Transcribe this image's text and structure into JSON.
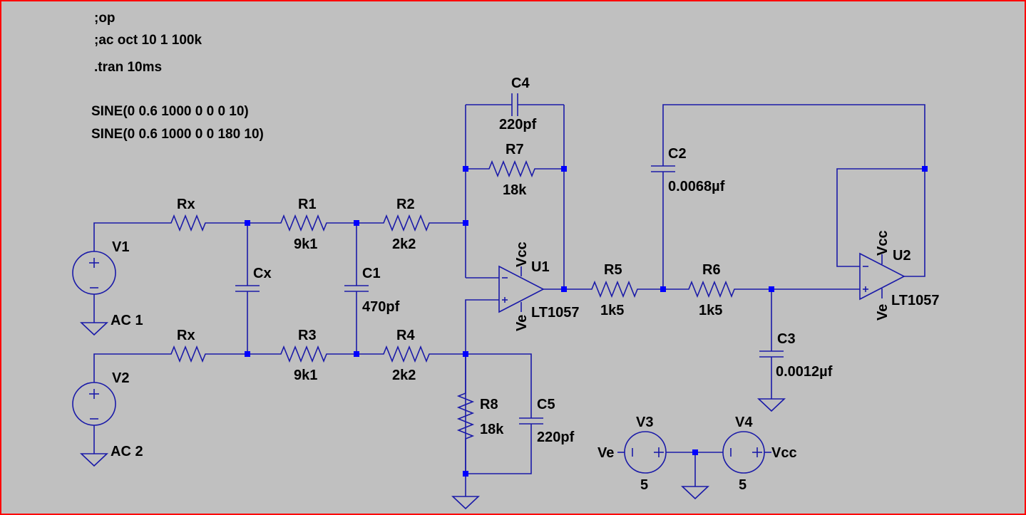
{
  "directives": {
    "op": ";op",
    "ac": ";ac oct 10 1 100k",
    "tran": ".tran 10ms",
    "sine1": "SINE(0 0.6 1000 0 0 0 10)",
    "sine2": "SINE(0 0.6 1000 0 0 180 10)"
  },
  "sources": {
    "v1": {
      "name": "V1",
      "value": "AC 1"
    },
    "v2": {
      "name": "V2",
      "value": "AC 2"
    },
    "v3": {
      "name": "V3",
      "value": "5"
    },
    "v4": {
      "name": "V4",
      "value": "5"
    }
  },
  "components": {
    "rx_top": {
      "name": "Rx"
    },
    "rx_bottom": {
      "name": "Rx"
    },
    "cx": {
      "name": "Cx"
    },
    "r1": {
      "name": "R1",
      "value": "9k1"
    },
    "r2": {
      "name": "R2",
      "value": "2k2"
    },
    "r3": {
      "name": "R3",
      "value": "9k1"
    },
    "r4": {
      "name": "R4",
      "value": "2k2"
    },
    "c1": {
      "name": "C1",
      "value": "470pf"
    },
    "c4": {
      "name": "C4",
      "value": "220pf"
    },
    "r7": {
      "name": "R7",
      "value": "18k"
    },
    "r8": {
      "name": "R8",
      "value": "18k"
    },
    "c5": {
      "name": "C5",
      "value": "220pf"
    },
    "r5": {
      "name": "R5",
      "value": "1k5"
    },
    "r6": {
      "name": "R6",
      "value": "1k5"
    },
    "c2": {
      "name": "C2",
      "value": "0.0068µf"
    },
    "c3": {
      "name": "C3",
      "value": "0.0012µf"
    }
  },
  "opamps": {
    "u1": {
      "name": "U1",
      "model": "LT1057",
      "vcc": "Vcc",
      "ve": "Ve"
    },
    "u2": {
      "name": "U2",
      "model": "LT1057",
      "vcc": "Vcc",
      "ve": "Ve"
    }
  },
  "net_labels": {
    "ve": "Ve",
    "vcc": "Vcc"
  },
  "colors": {
    "background": "#c0c0c0",
    "wire": "#1a1aa8",
    "junction": "#0000ff",
    "border": "#ff0000"
  }
}
